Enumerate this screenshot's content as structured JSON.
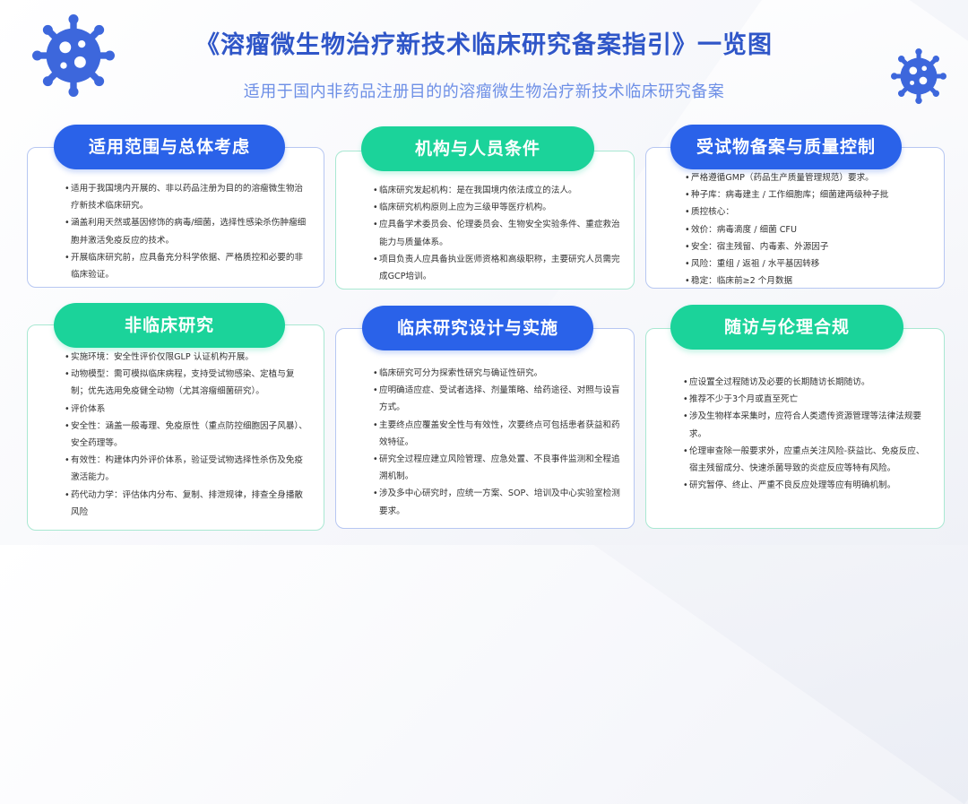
{
  "header": {
    "title": "《溶瘤微生物治疗新技术临床研究备案指引》一览图",
    "subtitle": "适用于国内非药品注册目的的溶瘤微生物治疗新技术临床研究备案"
  },
  "icons": {
    "left": "virus-icon",
    "right": "virus-icon"
  },
  "colors": {
    "title": "#2f56c8",
    "subtitle": "#6d8fe6",
    "blue_pill": "#2a62e9",
    "green_pill": "#1bd39a",
    "virus": "#3d67dc"
  },
  "sections": [
    {
      "title": "适用范围与总体考虑",
      "items": [
        "适用于我国境内开展的、非以药品注册为目的的溶瘤微生物治疗新技术临床研究。",
        "涵盖利用天然或基因修饰的病毒/细菌，选择性感染杀伤肿瘤细胞并激活免疫反应的技术。",
        "开展临床研究前，应具备充分科学依据、严格质控和必要的非临床验证。"
      ]
    },
    {
      "title": "机构与人员条件",
      "items": [
        "临床研究发起机构：是在我国境内依法成立的法人。",
        "临床研究机构原则上应为三级甲等医疗机构。",
        "应具备学术委员会、伦理委员会、生物安全实验条件、重症救治能力与质量体系。",
        "项目负责人应具备执业医师资格和高级职称，主要研究人员需完成GCP培训。"
      ]
    },
    {
      "title": "受试物备案与质量控制",
      "items": [
        "严格遵循GMP（药品生产质量管理规范）要求。",
        "种子库：病毒建主 / 工作细胞库；细菌建两级种子批",
        "质控核心：",
        "效价：病毒滴度 / 细菌 CFU",
        "安全：宿主残留、内毒素、外源因子",
        "风险：重组 / 返祖 / 水平基因转移",
        "稳定：临床前≥2 个月数据"
      ]
    },
    {
      "title": "非临床研究",
      "items": [
        "实施环境：安全性评价仅限GLP 认证机构开展。",
        "动物模型：需可模拟临床病程，支持受试物感染、定植与复制；优先选用免疫健全动物（尤其溶瘤细菌研究）。",
        "评价体系",
        "安全性：涵盖一般毒理、免疫原性（重点防控细胞因子风暴）、安全药理等。",
        "有效性：构建体内外评价体系，验证受试物选择性杀伤及免疫激活能力。",
        "药代动力学：评估体内分布、复制、排泄规律，排查全身播散风险"
      ]
    },
    {
      "title": "临床研究设计与实施",
      "items": [
        "临床研究可分为探索性研究与确证性研究。",
        "应明确适应症、受试者选择、剂量策略、给药途径、对照与设盲方式。",
        "主要终点应覆盖安全性与有效性，次要终点可包括患者获益和药效特征。",
        "研究全过程应建立风险管理、应急处置、不良事件监测和全程追溯机制。",
        "涉及多中心研究时，应统一方案、SOP、培训及中心实验室检测要求。"
      ]
    },
    {
      "title": "随访与伦理合规",
      "items": [
        "应设置全过程随访及必要的长期随访长期随访。",
        "推荐不少于3个月或直至死亡",
        "涉及生物样本采集时，应符合人类遗传资源管理等法律法规要求。",
        "伦理审查除一般要求外，应重点关注风险-获益比、免疫反应、宿主残留成分、快速杀菌导致的炎症反应等特有风险。",
        "研究暂停、终止、严重不良反应处理等应有明确机制。"
      ]
    }
  ]
}
